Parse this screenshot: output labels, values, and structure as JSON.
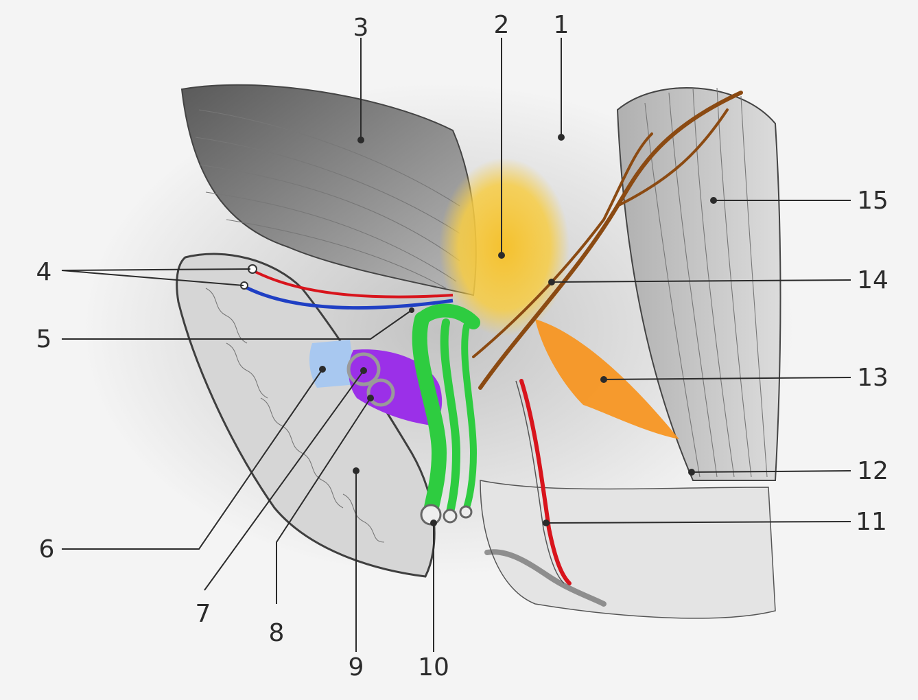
{
  "labels": {
    "l1": "1",
    "l2": "2",
    "l3": "3",
    "l4": "4",
    "l5": "5",
    "l6": "6",
    "l7": "7",
    "l8": "8",
    "l9": "9",
    "l10": "10",
    "l11": "11",
    "l12": "12",
    "l13": "13",
    "l14": "14",
    "l15": "15"
  },
  "colors": {
    "yellow_region": "#f5c12e",
    "orange_muscle": "#f7941d",
    "green_nerve": "#2ecc40",
    "purple_structure": "#9b30e8",
    "light_blue": "#a8c8f0",
    "brown_nerve": "#8b4a12",
    "red_vessel": "#d8141c",
    "blue_vessel": "#1f3fc4"
  }
}
